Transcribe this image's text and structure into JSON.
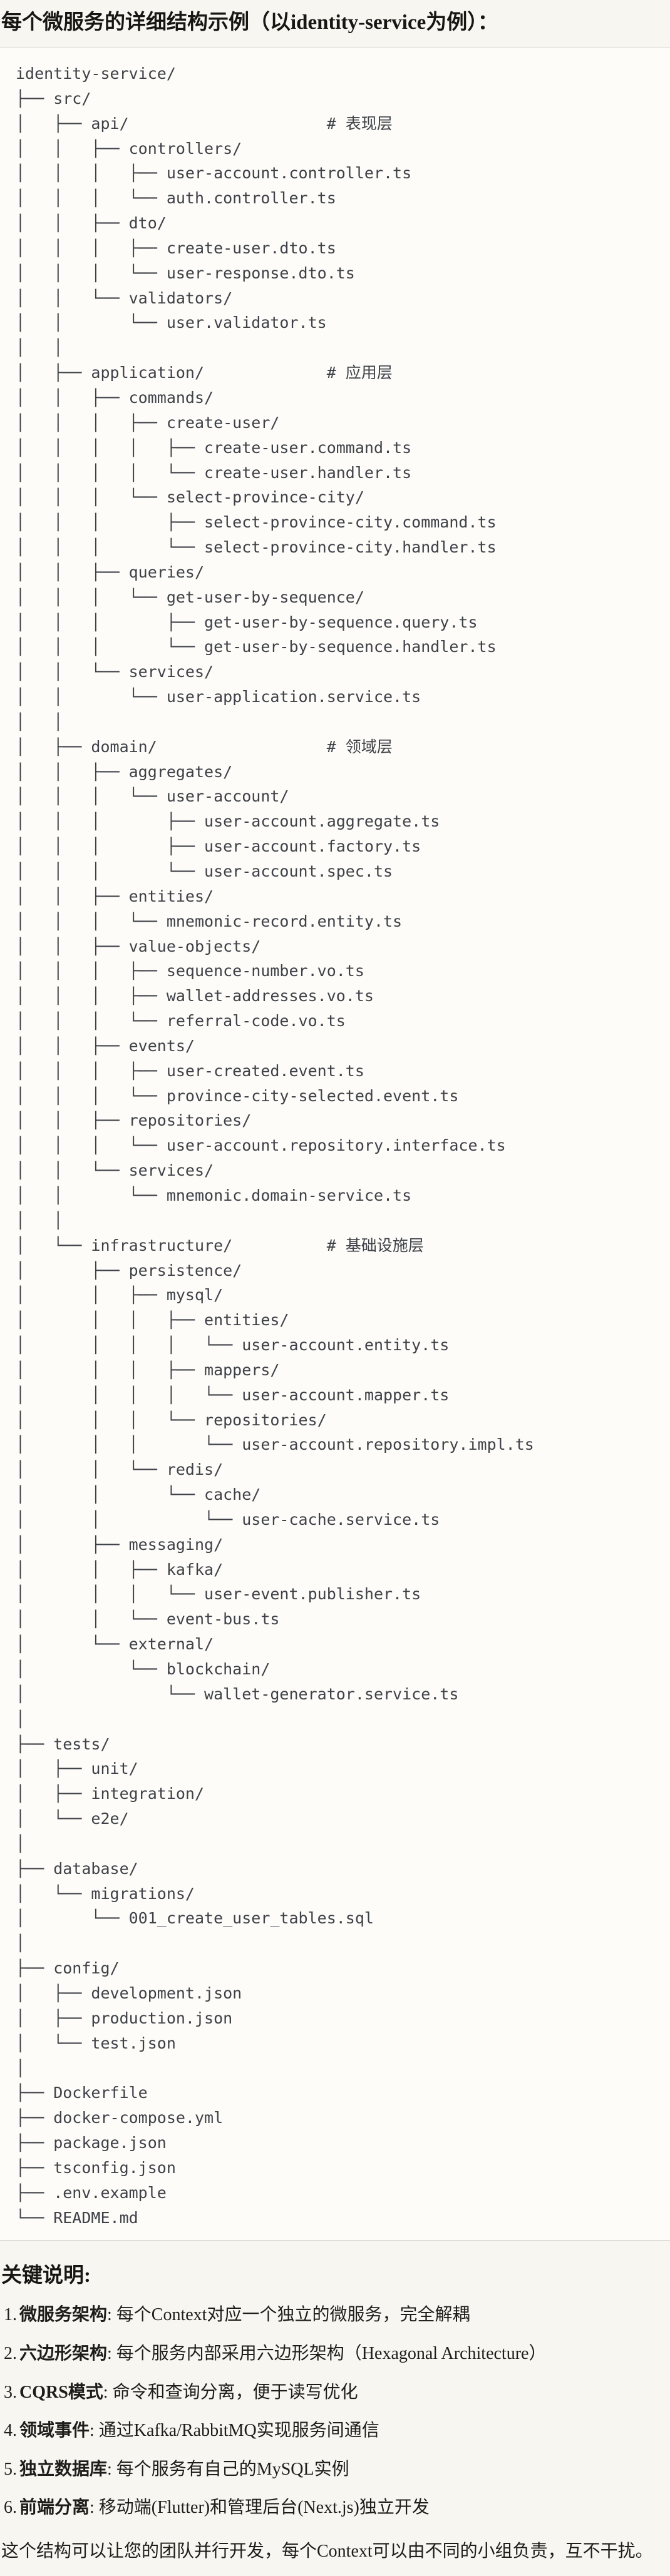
{
  "title": "每个微服务的详细结构示例（以identity-service为例）：",
  "colors": {
    "page_bg": "#f8f6f0",
    "code_bg": "#fdfcf9",
    "border": "#d6d4d0",
    "code_text": "#3e4147",
    "text": "#1d1d1b"
  },
  "tree_lines": [
    "identity-service/",
    "├── src/",
    "│   ├── api/                     # 表现层",
    "│   │   ├── controllers/",
    "│   │   │   ├── user-account.controller.ts",
    "│   │   │   └── auth.controller.ts",
    "│   │   ├── dto/",
    "│   │   │   ├── create-user.dto.ts",
    "│   │   │   └── user-response.dto.ts",
    "│   │   └── validators/",
    "│   │       └── user.validator.ts",
    "│   │",
    "│   ├── application/             # 应用层",
    "│   │   ├── commands/",
    "│   │   │   ├── create-user/",
    "│   │   │   │   ├── create-user.command.ts",
    "│   │   │   │   └── create-user.handler.ts",
    "│   │   │   └── select-province-city/",
    "│   │   │       ├── select-province-city.command.ts",
    "│   │   │       └── select-province-city.handler.ts",
    "│   │   ├── queries/",
    "│   │   │   └── get-user-by-sequence/",
    "│   │   │       ├── get-user-by-sequence.query.ts",
    "│   │   │       └── get-user-by-sequence.handler.ts",
    "│   │   └── services/",
    "│   │       └── user-application.service.ts",
    "│   │",
    "│   ├── domain/                  # 领域层",
    "│   │   ├── aggregates/",
    "│   │   │   └── user-account/",
    "│   │   │       ├── user-account.aggregate.ts",
    "│   │   │       ├── user-account.factory.ts",
    "│   │   │       └── user-account.spec.ts",
    "│   │   ├── entities/",
    "│   │   │   └── mnemonic-record.entity.ts",
    "│   │   ├── value-objects/",
    "│   │   │   ├── sequence-number.vo.ts",
    "│   │   │   ├── wallet-addresses.vo.ts",
    "│   │   │   └── referral-code.vo.ts",
    "│   │   ├── events/",
    "│   │   │   ├── user-created.event.ts",
    "│   │   │   └── province-city-selected.event.ts",
    "│   │   ├── repositories/",
    "│   │   │   └── user-account.repository.interface.ts",
    "│   │   └── services/",
    "│   │       └── mnemonic.domain-service.ts",
    "│   │",
    "│   └── infrastructure/          # 基础设施层",
    "│       ├── persistence/",
    "│       │   ├── mysql/",
    "│       │   │   ├── entities/",
    "│       │   │   │   └── user-account.entity.ts",
    "│       │   │   ├── mappers/",
    "│       │   │   │   └── user-account.mapper.ts",
    "│       │   │   └── repositories/",
    "│       │   │       └── user-account.repository.impl.ts",
    "│       │   └── redis/",
    "│       │       └── cache/",
    "│       │           └── user-cache.service.ts",
    "│       ├── messaging/",
    "│       │   ├── kafka/",
    "│       │   │   └── user-event.publisher.ts",
    "│       │   └── event-bus.ts",
    "│       └── external/",
    "│           └── blockchain/",
    "│               └── wallet-generator.service.ts",
    "│",
    "├── tests/",
    "│   ├── unit/",
    "│   ├── integration/",
    "│   └── e2e/",
    "│",
    "├── database/",
    "│   └── migrations/",
    "│       └── 001_create_user_tables.sql",
    "│",
    "├── config/",
    "│   ├── development.json",
    "│   ├── production.json",
    "│   └── test.json",
    "│",
    "├── Dockerfile",
    "├── docker-compose.yml",
    "├── package.json",
    "├── tsconfig.json",
    "├── .env.example",
    "└── README.md"
  ],
  "notes": {
    "heading": "关键说明:",
    "items": [
      {
        "num": "1.",
        "label": "微服务架构",
        "text": ": 每个Context对应一个独立的微服务，完全解耦"
      },
      {
        "num": "2.",
        "label": "六边形架构",
        "text": ": 每个服务内部采用六边形架构（Hexagonal Architecture）"
      },
      {
        "num": "3.",
        "label": "CQRS模式",
        "text": ": 命令和查询分离，便于读写优化"
      },
      {
        "num": "4.",
        "label": "领域事件",
        "text": ": 通过Kafka/RabbitMQ实现服务间通信"
      },
      {
        "num": "5.",
        "label": "独立数据库",
        "text": ": 每个服务有自己的MySQL实例"
      },
      {
        "num": "6.",
        "label": "前端分离",
        "text": ": 移动端(Flutter)和管理后台(Next.js)独立开发"
      }
    ],
    "footer": "这个结构可以让您的团队并行开发，每个Context可以由不同的小组负责，互不干扰。"
  }
}
